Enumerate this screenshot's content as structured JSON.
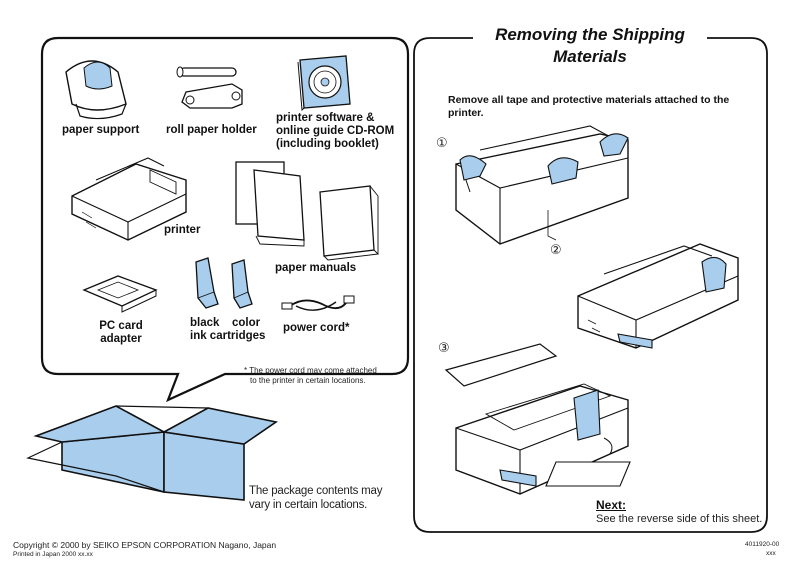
{
  "contents": {
    "items": {
      "paper_support": "paper support",
      "roll_paper_holder": "roll paper holder",
      "cd_rom_line1": "printer software &",
      "cd_rom_line2": "online guide CD-ROM",
      "cd_rom_line3": "(including booklet)",
      "printer": "printer",
      "paper_manuals": "paper manuals",
      "pc_card_line1": "PC card",
      "pc_card_line2": "adapter",
      "black_line1": "black",
      "color_line1": "color",
      "ink_cartridges": "ink cartridges",
      "power_cord": "power cord*"
    },
    "footnote_line1": "* The power cord may come attached",
    "footnote_line2": "to the printer in certain locations.",
    "package_line1": "The package contents may",
    "package_line2": "vary in certain locations."
  },
  "removing": {
    "title_line1": "Removing the Shipping",
    "title_line2": "Materials",
    "instruction_line1": "Remove all tape and protective materials attached to the",
    "instruction_line2": "printer.",
    "steps": [
      "①",
      "②",
      "③"
    ],
    "next_label": "Next:",
    "next_text": "See the reverse side of this sheet."
  },
  "footer": {
    "copyright": "Copyright © 2000 by SEIKO EPSON CORPORATION Nagano, Japan",
    "printed": "Printed in Japan 2000 xx.xx",
    "code": "4011920-00",
    "code_sub": "xxx"
  },
  "colors": {
    "accent_blue": "#a9cdec",
    "line": "#111111"
  }
}
